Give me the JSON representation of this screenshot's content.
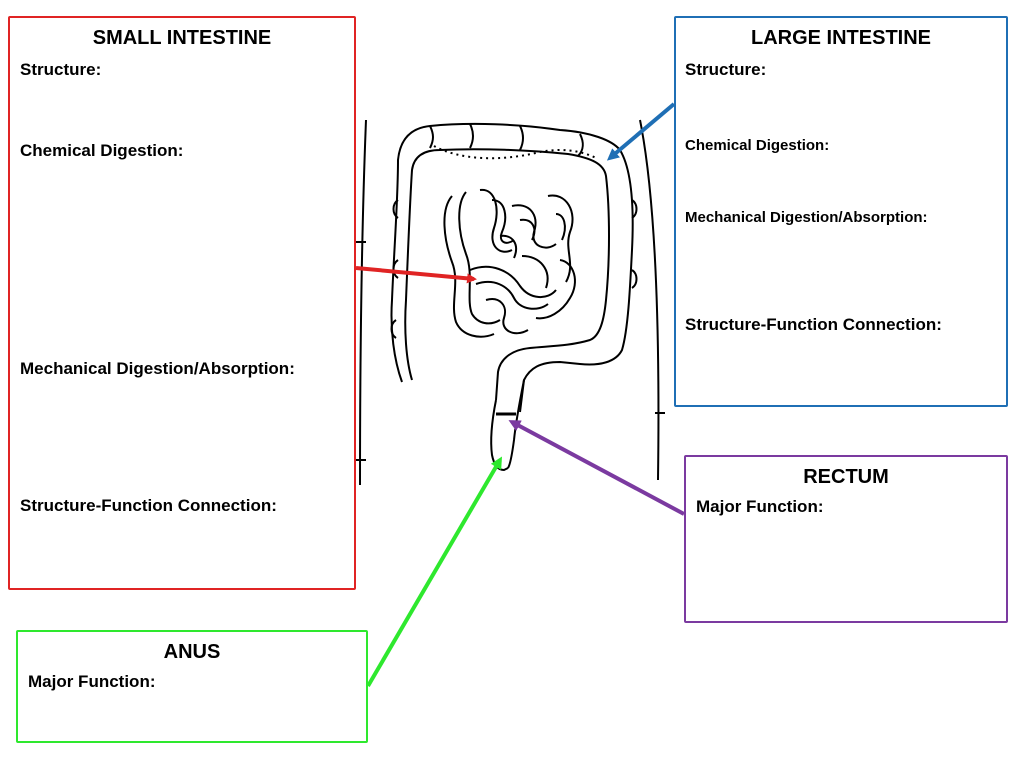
{
  "colors": {
    "small_intestine": "#e02424",
    "large_intestine": "#1f6fb5",
    "rectum": "#7b3aa0",
    "anus": "#2ee82e",
    "ink": "#000000"
  },
  "small_intestine": {
    "title": "SMALL INTESTINE",
    "structure": "Structure:",
    "chemical": "Chemical Digestion:",
    "mechanical": "Mechanical Digestion/Absorption:",
    "connection": "Structure-Function Connection:"
  },
  "large_intestine": {
    "title": "LARGE INTESTINE",
    "structure": "Structure:",
    "chemical": "Chemical Digestion:",
    "mechanical": "Mechanical Digestion/Absorption:",
    "connection": "Structure-Function Connection:"
  },
  "rectum": {
    "title": "RECTUM",
    "function": "Major Function:"
  },
  "anus": {
    "title": "ANUS",
    "function": "Major Function:"
  }
}
